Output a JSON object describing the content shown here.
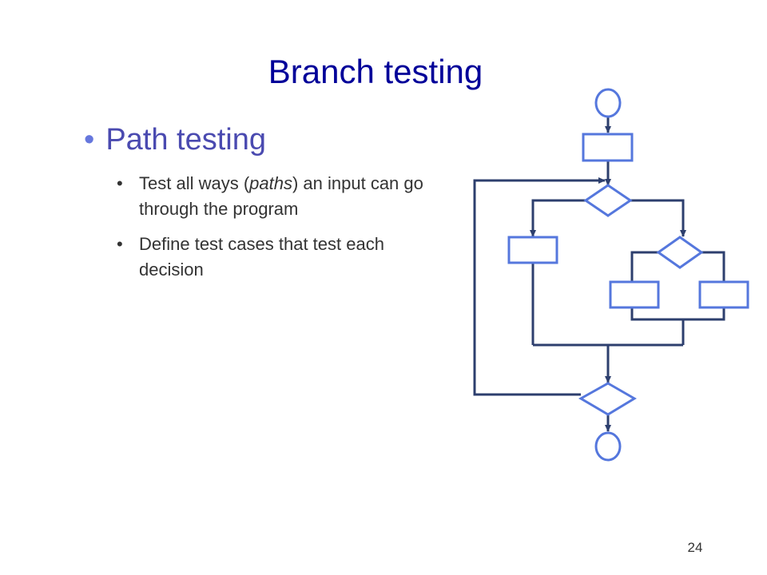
{
  "slide": {
    "title": "Branch testing",
    "bullet": "Path testing",
    "sub_bullets": [
      {
        "before": "Test all ways (",
        "italic": "paths",
        "after": ") an input can go through the program"
      },
      {
        "before": "Define test cases that test each decision",
        "italic": "",
        "after": ""
      }
    ],
    "page_number": "24"
  },
  "colors": {
    "title": "#000099",
    "bullet_text": "#4a4ab0",
    "bullet_dot": "#6677dd",
    "node_fill": "#ffffff",
    "node_stroke": "#5577dd",
    "edge": "#2d3f6e"
  }
}
